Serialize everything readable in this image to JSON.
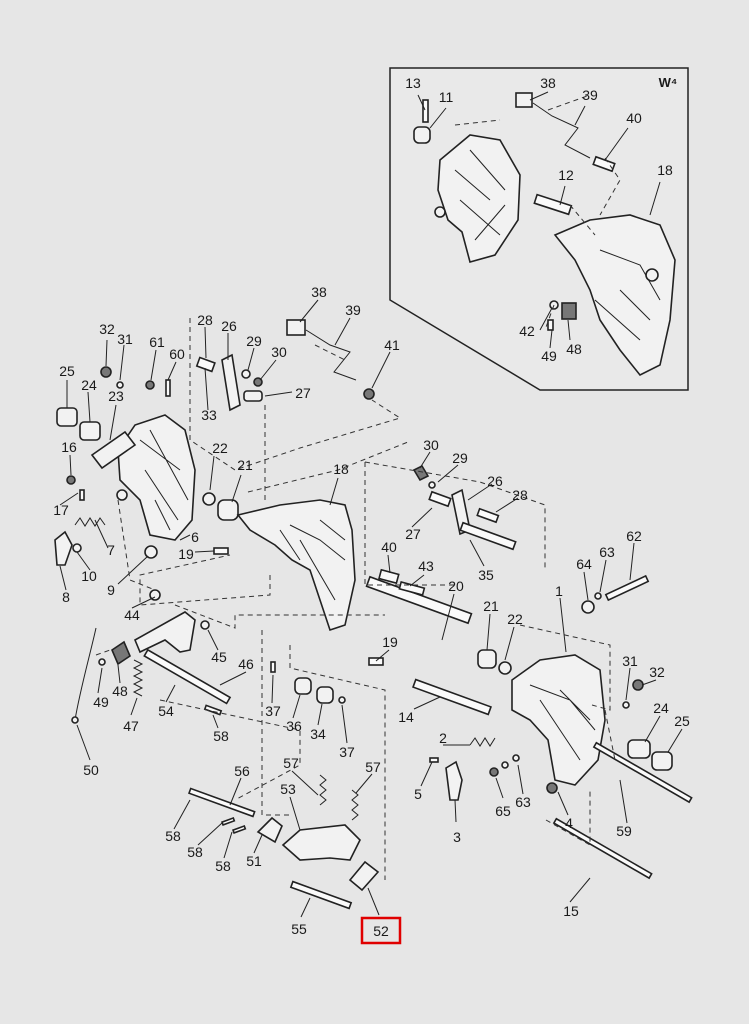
{
  "inset": {
    "tag": "W⁴",
    "labels": [
      "13",
      "11",
      "38",
      "39",
      "40",
      "12",
      "18",
      "42",
      "49",
      "48"
    ]
  },
  "callouts": {
    "c32a": "32",
    "c31a": "31",
    "c61": "61",
    "c60": "60",
    "c28a": "28",
    "c26a": "26",
    "c29a": "29",
    "c30a": "30",
    "c38": "38",
    "c39": "39",
    "c41": "41",
    "c25a": "25",
    "c24a": "24",
    "c23": "23",
    "c33": "33",
    "c27a": "27",
    "c16": "16",
    "c22a": "22",
    "c21a": "21",
    "c18": "18",
    "c17": "17",
    "c7": "7",
    "c6": "6",
    "c19a": "19",
    "c10": "10",
    "c9": "9",
    "c8": "8",
    "c30b": "30",
    "c29b": "29",
    "c26b": "26",
    "c28b": "28",
    "c27b": "27",
    "c40": "40",
    "c43": "43",
    "c35": "35",
    "c20": "20",
    "c21b": "21",
    "c22b": "22",
    "c62": "62",
    "c63a": "63",
    "c64": "64",
    "c1": "1",
    "c44": "44",
    "c45": "45",
    "c46": "46",
    "c19b": "19",
    "c31b": "31",
    "c32b": "32",
    "c48": "48",
    "c49": "49",
    "c47": "47",
    "c54": "54",
    "c37a": "37",
    "c36": "36",
    "c34": "34",
    "c37b": "37",
    "c14": "14",
    "c24b": "24",
    "c25b": "25",
    "c58a": "58",
    "c50": "50",
    "c2": "2",
    "c57a": "57",
    "c56": "56",
    "c53": "53",
    "c57b": "57",
    "c5": "5",
    "c65": "65",
    "c63b": "63",
    "c59": "59",
    "c3": "3",
    "c4": "4",
    "c58b": "58",
    "c58c": "58",
    "c58d": "58",
    "c51": "51",
    "c15": "15",
    "c55": "55",
    "c52": "52"
  },
  "highlight": {
    "label_key": "c52",
    "color": "#e00000"
  }
}
